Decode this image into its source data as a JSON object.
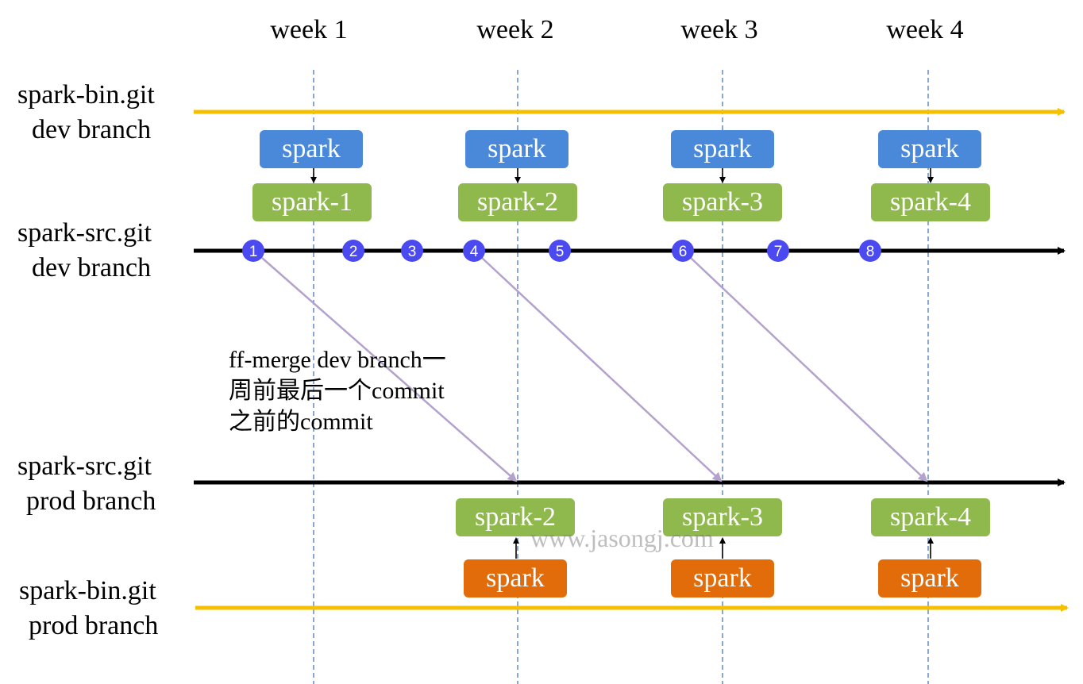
{
  "weeks": [
    "week 1",
    "week 2",
    "week 3",
    "week 4"
  ],
  "lanes": {
    "bin_dev": {
      "line1": "spark-bin.git",
      "line2": "dev branch"
    },
    "src_dev": {
      "line1": "spark-src.git",
      "line2": "dev branch"
    },
    "src_prod": {
      "line1": "spark-src.git",
      "line2": "prod branch"
    },
    "bin_prod": {
      "line1": "spark-bin.git",
      "line2": "prod branch"
    }
  },
  "dev_spark_boxes": [
    "spark",
    "spark",
    "spark",
    "spark"
  ],
  "dev_version_boxes": [
    "spark-1",
    "spark-2",
    "spark-3",
    "spark-4"
  ],
  "prod_version_boxes": [
    "spark-2",
    "spark-3",
    "spark-4"
  ],
  "prod_spark_boxes": [
    "spark",
    "spark",
    "spark"
  ],
  "commits": [
    "1",
    "2",
    "3",
    "4",
    "5",
    "6",
    "7",
    "8"
  ],
  "note": {
    "line1": "ff-merge dev branch一",
    "line2": "周前最后一个commit",
    "line3": "之前的commit"
  },
  "watermark": "www.jasongj.com",
  "colors": {
    "bin_line": "#f5c000",
    "src_line": "#000000",
    "week_divider": "#4a7ab8",
    "commit_dot": "#4b49f0",
    "merge_arrow": "#b3a2cc",
    "blue_box": "#4a89d9",
    "green_box": "#8fb84d",
    "orange_box": "#e36c0a"
  }
}
